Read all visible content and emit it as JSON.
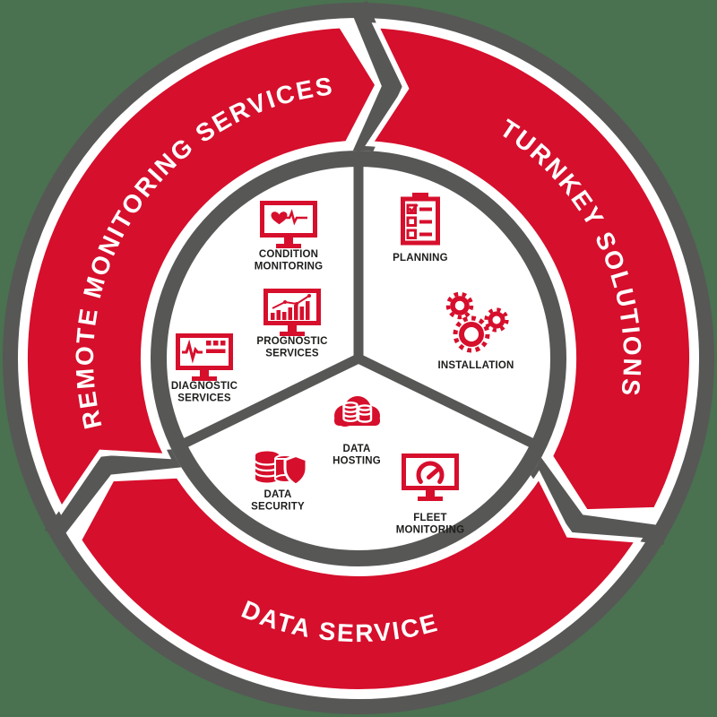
{
  "diagram": {
    "type": "service-cycle",
    "colors": {
      "accent_red": "#d60f2c",
      "ring_gray": "#575756",
      "background_green": "#4a7150",
      "arc_text": "#ffffff",
      "item_label": "#1d1d1b"
    },
    "arc_segments": [
      {
        "id": "remote-monitoring-services",
        "label": "REMOTE MONITORING SERVICES",
        "position": "upper-left"
      },
      {
        "id": "turnkey-solutions",
        "label": "TURNKEY SOLUTIONS",
        "position": "right"
      },
      {
        "id": "data-service",
        "label": "DATA SERVICE",
        "position": "bottom"
      }
    ],
    "inner_items": [
      {
        "id": "condition-monitoring",
        "icon": "monitor-heartbeat-icon",
        "lines": [
          "CONDITION",
          "MONITORING"
        ],
        "sector": "remote-monitoring-services"
      },
      {
        "id": "prognostic-services",
        "icon": "monitor-chart-icon",
        "lines": [
          "PROGNOSTIC",
          "SERVICES"
        ],
        "sector": "remote-monitoring-services"
      },
      {
        "id": "diagnostic-services",
        "icon": "monitor-ecg-icon",
        "lines": [
          "DIAGNOSTIC",
          "SERVICES"
        ],
        "sector": "remote-monitoring-services"
      },
      {
        "id": "planning",
        "icon": "clipboard-checklist-icon",
        "lines": [
          "PLANNING"
        ],
        "sector": "turnkey-solutions"
      },
      {
        "id": "installation",
        "icon": "gears-icon",
        "lines": [
          "INSTALLATION"
        ],
        "sector": "turnkey-solutions"
      },
      {
        "id": "data-hosting",
        "icon": "cloud-database-icon",
        "lines": [
          "DATA",
          "HOSTING"
        ],
        "sector": "data-service"
      },
      {
        "id": "data-security",
        "icon": "database-shield-icon",
        "lines": [
          "DATA",
          "SECURITY"
        ],
        "sector": "data-service"
      },
      {
        "id": "fleet-monitoring",
        "icon": "monitor-gauge-icon",
        "lines": [
          "FLEET",
          "MONITORING"
        ],
        "sector": "data-service"
      }
    ]
  }
}
